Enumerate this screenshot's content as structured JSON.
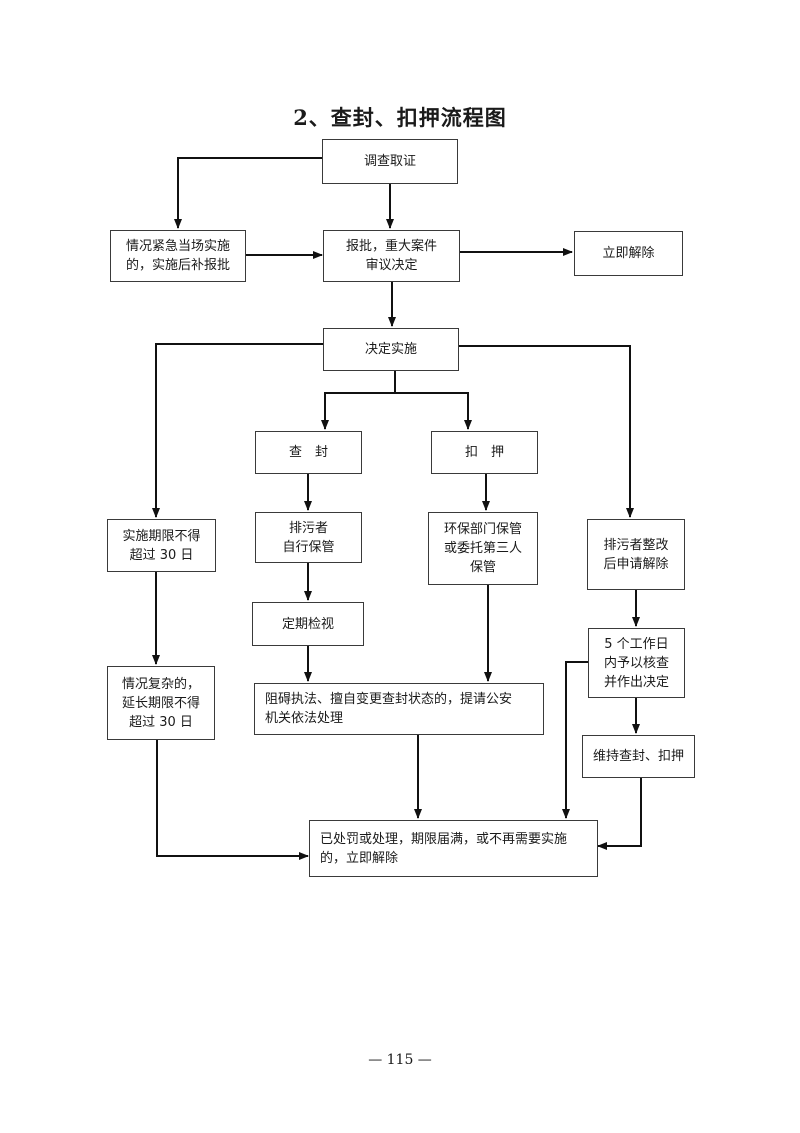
{
  "title": "2、查封、扣押流程图",
  "page_number": "— 115 —",
  "nodes": {
    "investigate": "调查取证",
    "urgent": "情况紧急当场实施\n的，实施后补报批",
    "approve": "报批，重大案件\n审议决定",
    "release_now": "立即解除",
    "implement": "决定实施",
    "seal": "查　封",
    "seize": "扣　押",
    "limit": "实施期限不得\n超过 30 日",
    "self_keep": "排污者\n自行保管",
    "env_keep": "环保部门保管\n或委托第三人\n保管",
    "rectify": "排污者整改\n后申请解除",
    "inspect": "定期检视",
    "obstruct": "阻碍执法、擅自变更查封状态的，提请公安\n机关依法处理",
    "complex": "情况复杂的，\n延长期限不得\n超过 30 日",
    "workdays": "5 个工作日\n内予以核查\n并作出决定",
    "maintain": "维持查封、扣押",
    "final": "已处罚或处理，期限届满，或不再需要实施\n的，立即解除"
  }
}
